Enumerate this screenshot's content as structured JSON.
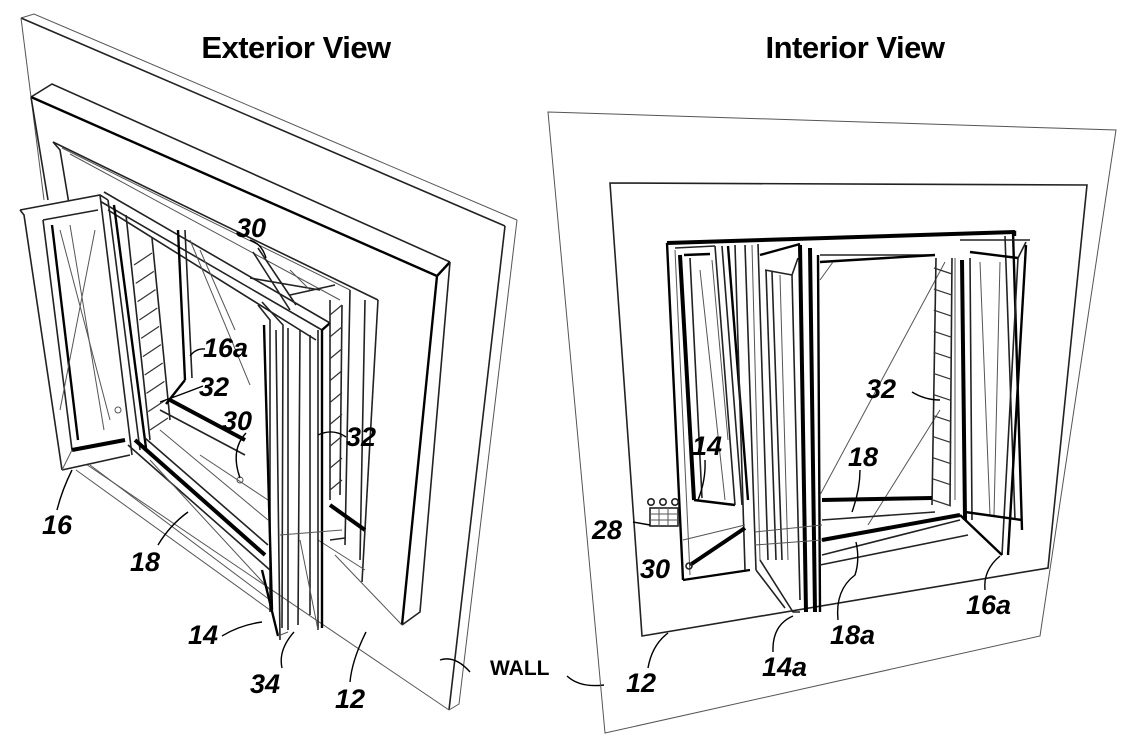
{
  "figure": {
    "views": [
      {
        "id": "exterior",
        "title": "Exterior View",
        "reference_labels": [
          {
            "id": "ext-30-top",
            "text": "30"
          },
          {
            "id": "ext-16a",
            "text": "16a"
          },
          {
            "id": "ext-32-left",
            "text": "32"
          },
          {
            "id": "ext-30-mid",
            "text": "30"
          },
          {
            "id": "ext-32-right",
            "text": "32"
          },
          {
            "id": "ext-16",
            "text": "16"
          },
          {
            "id": "ext-18",
            "text": "18"
          },
          {
            "id": "ext-14",
            "text": "14"
          },
          {
            "id": "ext-34",
            "text": "34"
          },
          {
            "id": "ext-12",
            "text": "12"
          }
        ]
      },
      {
        "id": "interior",
        "title": "Interior View",
        "reference_labels": [
          {
            "id": "int-32",
            "text": "32"
          },
          {
            "id": "int-14",
            "text": "14"
          },
          {
            "id": "int-18",
            "text": "18"
          },
          {
            "id": "int-28",
            "text": "28"
          },
          {
            "id": "int-30",
            "text": "30"
          },
          {
            "id": "int-16a",
            "text": "16a"
          },
          {
            "id": "int-18a",
            "text": "18a"
          },
          {
            "id": "int-14a",
            "text": "14a"
          },
          {
            "id": "int-12",
            "text": "12"
          }
        ]
      }
    ],
    "shared_label": "WALL",
    "colors": {
      "background": "#ffffff",
      "line": "#000000"
    }
  }
}
